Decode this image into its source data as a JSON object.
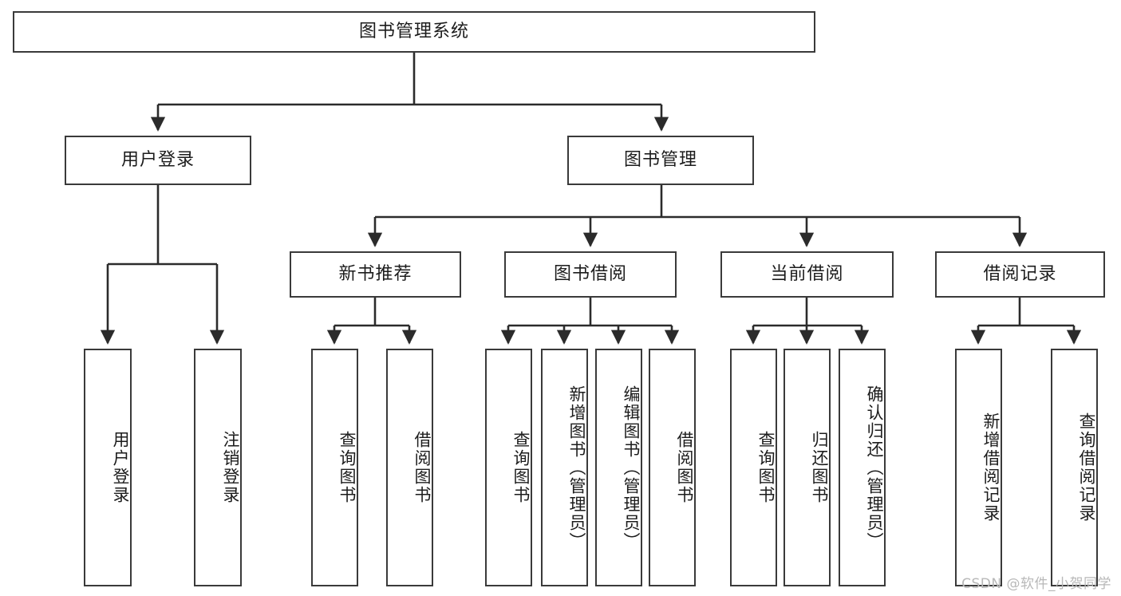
{
  "diagram": {
    "type": "tree",
    "title": "图书管理系统",
    "watermark": "CSDN @软件_小贺同学",
    "colors": {
      "box_border": "#3a3a3a",
      "box_fill": "#ffffff",
      "edge": "#2b2b2b",
      "text": "#1c1c1c",
      "watermark": "#b8b8b8",
      "background": "#ffffff"
    },
    "nodes": {
      "root": {
        "label": "图书管理系统"
      },
      "level2": [
        {
          "id": "user-login",
          "label": "用户登录"
        },
        {
          "id": "book-management",
          "label": "图书管理"
        }
      ],
      "level3": [
        {
          "id": "new-book-recommend",
          "label": "新书推荐"
        },
        {
          "id": "book-borrow",
          "label": "图书借阅"
        },
        {
          "id": "current-borrow",
          "label": "当前借阅"
        },
        {
          "id": "borrow-record",
          "label": "借阅记录"
        }
      ],
      "leaves": {
        "user-login": [
          {
            "id": "leaf-user-login",
            "label": "用户登录"
          },
          {
            "id": "leaf-logout-login",
            "label": "注销登录"
          }
        ],
        "new-book-recommend": [
          {
            "id": "leaf-query-book-1",
            "label": "查询图书"
          },
          {
            "id": "leaf-borrow-book-1",
            "label": "借阅图书"
          }
        ],
        "book-borrow": [
          {
            "id": "leaf-query-book-2",
            "label": "查询图书"
          },
          {
            "id": "leaf-add-book-admin",
            "label": "新增图书（管理员）"
          },
          {
            "id": "leaf-edit-book-admin",
            "label": "编辑图书（管理员）"
          },
          {
            "id": "leaf-borrow-book-2",
            "label": "借阅图书"
          }
        ],
        "current-borrow": [
          {
            "id": "leaf-query-book-3",
            "label": "查询图书"
          },
          {
            "id": "leaf-return-book",
            "label": "归还图书"
          },
          {
            "id": "leaf-confirm-return-admin",
            "label": "确认归还（管理员）"
          }
        ],
        "borrow-record": [
          {
            "id": "leaf-add-borrow-record",
            "label": "新增借阅记录"
          },
          {
            "id": "leaf-query-borrow-record",
            "label": "查询借阅记录"
          }
        ]
      }
    }
  }
}
